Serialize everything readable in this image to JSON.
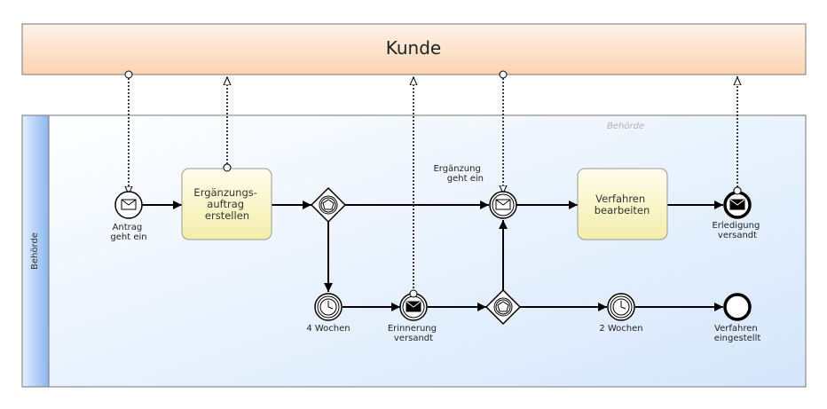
{
  "pools": {
    "kunde": {
      "title": "Kunde"
    },
    "behoerde": {
      "lane_label": "Behörde",
      "watermark": "Behörde"
    }
  },
  "tasks": {
    "ergaenzungsauftrag": {
      "lines": [
        "Ergänzungs-",
        "auftrag",
        "erstellen"
      ]
    },
    "verfahren_bearbeiten": {
      "lines": [
        "Verfahren",
        "bearbeiten"
      ]
    }
  },
  "events": {
    "antrag": {
      "lines": [
        "Antrag",
        "geht ein"
      ]
    },
    "ergaenzung": {
      "lines": [
        "Ergänzung",
        "geht ein"
      ]
    },
    "erledigung": {
      "lines": [
        "Erledigung",
        "versandt"
      ]
    },
    "timer4": {
      "lines": [
        "4 Wochen"
      ]
    },
    "erinnerung": {
      "lines": [
        "Erinnerung",
        "versandt"
      ]
    },
    "timer2": {
      "lines": [
        "2 Wochen"
      ]
    },
    "verfahren_eingestellt": {
      "lines": [
        "Verfahren",
        "eingestellt"
      ]
    }
  },
  "colors": {
    "pool_top_gradient": [
      "#fff2e6",
      "#fbd6b8"
    ],
    "pool_bottom_gradient": [
      "#ffffff",
      "#d7e7fb"
    ],
    "lane_header": [
      "#cfe2fb",
      "#8fbaf0"
    ],
    "task_fill": [
      "#fffde8",
      "#f4f0b0"
    ],
    "stroke": "#000000"
  }
}
